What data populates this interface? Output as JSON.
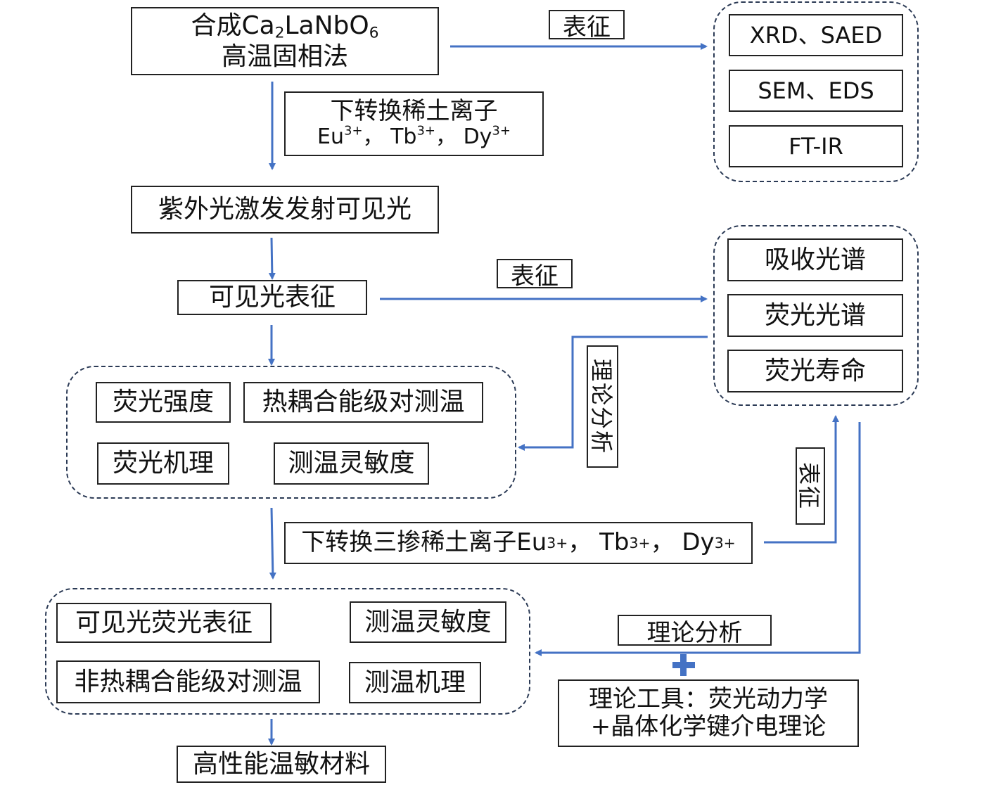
{
  "synthesis": {
    "line1_prefix": "合成Ca",
    "sub1": "2",
    "line1_mid": "LaNbO",
    "sub2": "6",
    "line2": "高温固相法"
  },
  "char_label_top": "表征",
  "char_methods": [
    "XRD、SAED",
    "SEM、EDS",
    "FT-IR"
  ],
  "downconv": {
    "line1": "下转换稀土离子",
    "ions": [
      "Eu",
      "Tb",
      "Dy"
    ],
    "charge": "3+",
    "sep": "，"
  },
  "uv_box": "紫外光激发发射可见光",
  "visible_box": "可见光表征",
  "char_label_mid": "表征",
  "spectra": [
    "吸收光谱",
    "荧光光谱",
    "荧光寿命"
  ],
  "theory_v": "理论分析",
  "group1": [
    "荧光强度",
    "热耦合能级对测温",
    "荧光机理",
    "测温灵敏度"
  ],
  "tri_doped": {
    "text": "下转换三掺稀土离子",
    "ions": [
      "Eu",
      "Tb",
      "Dy"
    ],
    "charge": "3+",
    "sep": "，"
  },
  "char_label_v": "表征",
  "group2": [
    "可见光荧光表征",
    "测温灵敏度",
    "非热耦合能级对测温",
    "测温机理"
  ],
  "theory_h": "理论分析",
  "plus": "+",
  "tools": {
    "line1": "理论工具：荧光动力学",
    "line2": "+晶体化学键介电理论"
  },
  "final_box": "高性能温敏材料",
  "colors": {
    "arrow": "#4472c4",
    "border": "#222222",
    "dash": "#2b3a55"
  }
}
